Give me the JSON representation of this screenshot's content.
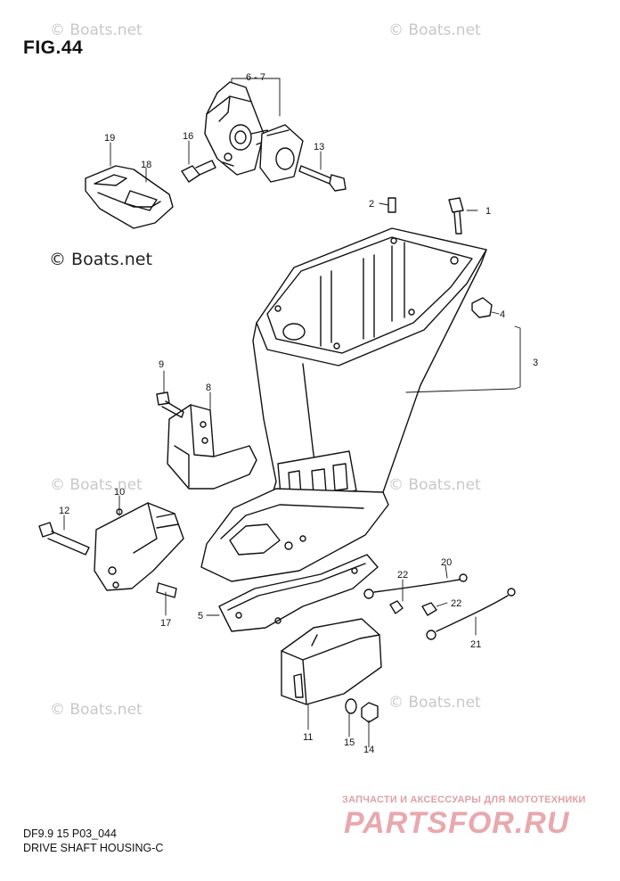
{
  "figure": {
    "title": "FIG.44",
    "code": "DF9.9 15 P03_044",
    "caption": "DRIVE SHAFT HOUSING-C"
  },
  "watermarks": {
    "boats": "© Boats.net",
    "brand_tag": "ЗАПЧАСТИ И АКСЕССУАРЫ ДЛЯ МОТОТЕХНИКИ",
    "brand": "PARTSFOR.RU"
  },
  "callouts": {
    "c1": "1",
    "c2": "2",
    "c3": "3",
    "c4": "4",
    "c5": "5",
    "c6_7": "6 - 7",
    "c8": "8",
    "c9": "9",
    "c10": "10",
    "c11": "11",
    "c12": "12",
    "c13": "13",
    "c14": "14",
    "c15": "15",
    "c16": "16",
    "c17": "17",
    "c18": "18",
    "c19": "19",
    "c20": "20",
    "c21": "21",
    "c22a": "22",
    "c22b": "22"
  }
}
